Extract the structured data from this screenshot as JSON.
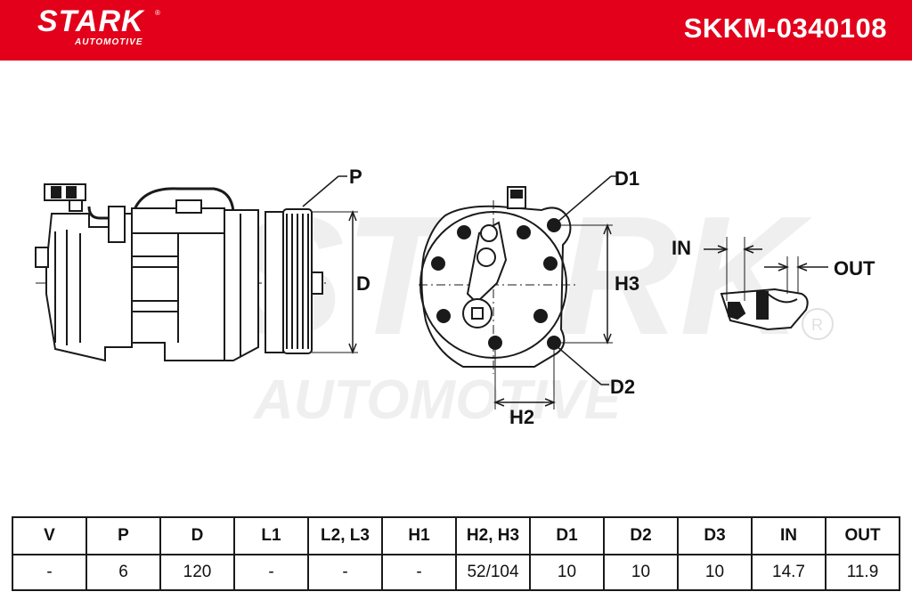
{
  "brand": {
    "name": "STARK",
    "sub": "AUTOMOTIVE",
    "reg": "®"
  },
  "part_number": "SKKM-0340108",
  "watermark": {
    "line1": "STARK",
    "line2": "AUTOMOTIVE",
    "reg": "®"
  },
  "colors": {
    "brand_red": "#e2001a",
    "line": "#1a1a1a",
    "white": "#ffffff"
  },
  "diagram_labels": {
    "p": "P",
    "d": "D",
    "d1": "D1",
    "d2": "D2",
    "h2": "H2",
    "h3": "H3",
    "in": "IN",
    "out": "OUT"
  },
  "specs": {
    "headers": [
      "V",
      "P",
      "D",
      "L1",
      "L2, L3",
      "H1",
      "H2, H3",
      "D1",
      "D2",
      "D3",
      "IN",
      "OUT"
    ],
    "values": [
      "-",
      "6",
      "120",
      "-",
      "-",
      "-",
      "52/104",
      "10",
      "10",
      "10",
      "14.7",
      "11.9"
    ]
  }
}
